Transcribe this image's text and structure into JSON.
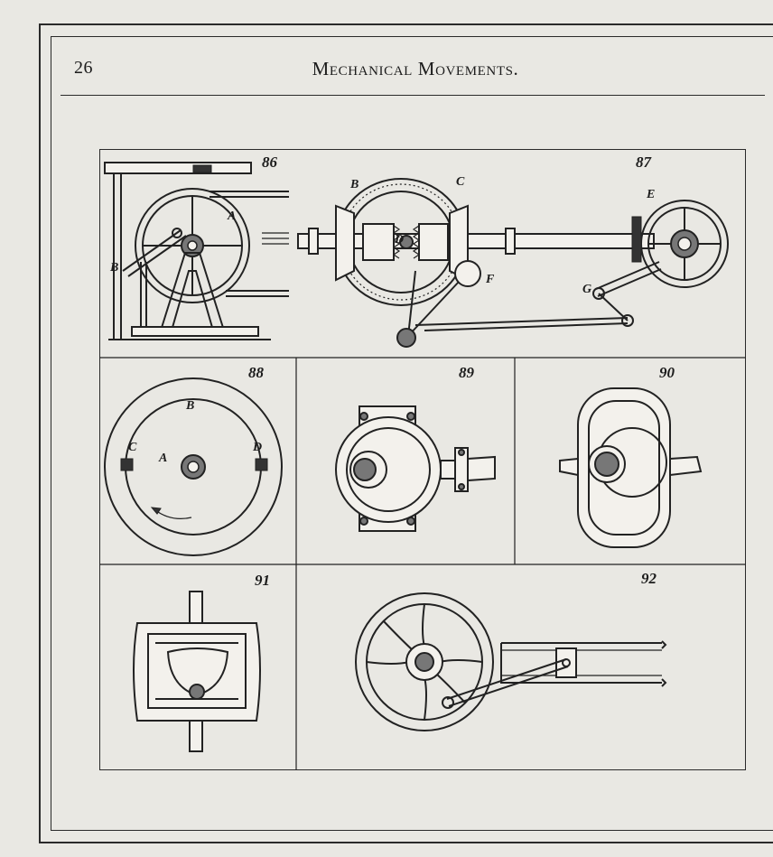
{
  "page": {
    "number": "26",
    "running_head": "Mechanical Movements."
  },
  "figures": [
    {
      "number": "86",
      "labels": [
        "A",
        "B"
      ]
    },
    {
      "number": "87",
      "labels": [
        "B",
        "C",
        "D",
        "E",
        "F",
        "G"
      ]
    },
    {
      "number": "88",
      "labels": [
        "A",
        "B",
        "C",
        "D"
      ]
    },
    {
      "number": "89",
      "labels": []
    },
    {
      "number": "90",
      "labels": []
    },
    {
      "number": "91",
      "labels": []
    },
    {
      "number": "92",
      "labels": []
    }
  ],
  "colors": {
    "paper": "#e9e8e3",
    "ink": "#1c1c1c"
  }
}
